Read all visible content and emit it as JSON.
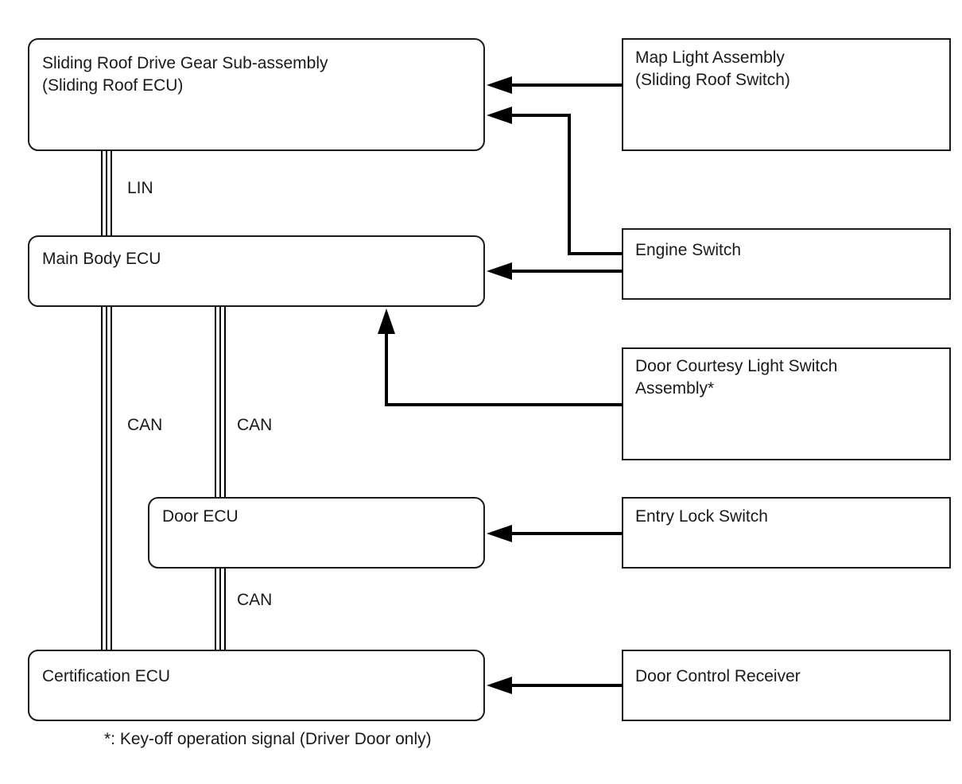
{
  "ecus": {
    "sliding_roof": {
      "line1": "Sliding Roof Drive Gear Sub-assembly",
      "line2": "(Sliding Roof ECU)"
    },
    "main_body": {
      "line1": "Main Body ECU"
    },
    "door": {
      "line1": "Door ECU"
    },
    "certification": {
      "line1": "Certification ECU"
    }
  },
  "switches": {
    "map_light": {
      "line1": "Map Light Assembly",
      "line2": "(Sliding Roof Switch)"
    },
    "engine": {
      "line1": "Engine Switch"
    },
    "door_courtesy": {
      "line1": "Door Courtesy Light Switch",
      "line2": "Assembly*"
    },
    "entry_lock": {
      "line1": "Entry Lock Switch"
    },
    "door_control": {
      "line1": "Door Control Receiver"
    }
  },
  "buses": {
    "lin": "LIN",
    "can_left": "CAN",
    "can_mid": "CAN",
    "can_lower": "CAN"
  },
  "footnote": "*: Key-off operation signal (Driver Door only)"
}
